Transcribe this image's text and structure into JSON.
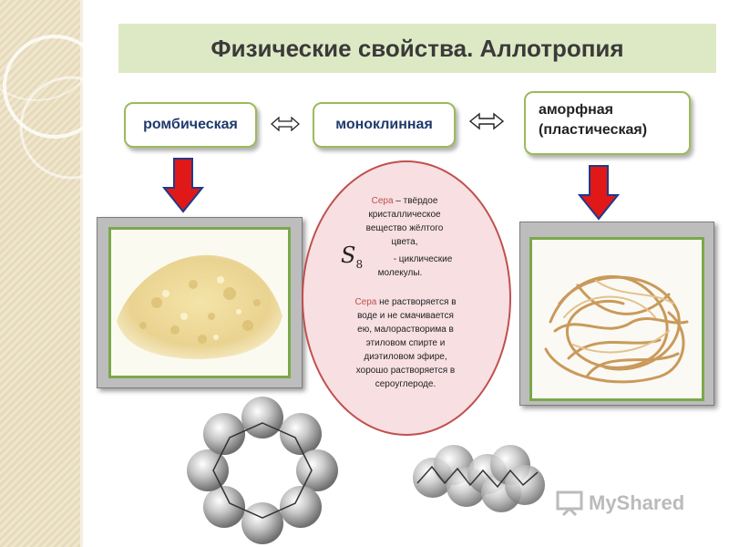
{
  "title": "Физические свойства. Аллотропия",
  "allotropes": {
    "rhombic": "ромбическая",
    "monoclinic": "моноклинная",
    "amorphous_line1": "аморфная",
    "amorphous_line2": "(пластическая)"
  },
  "info": {
    "sulfur_word": "Сера",
    "line1_rest": " – твёрдое",
    "line2": "кристаллическое",
    "line3": "вещество жёлтого",
    "line4": "цвета,",
    "line5": "- циклические",
    "line6": "молекулы.",
    "formula_symbol": "S",
    "formula_sub": "8",
    "p2_rest": " не растворяется в",
    "p2_line2": "воде и не смачивается",
    "p2_line3": "ею, малорастворима в",
    "p2_line4": "этиловом спирте и",
    "p2_line5": "диэтиловом эфире,",
    "p2_line6": "хорошо растворяется в",
    "p2_line7": "сероуглероде."
  },
  "watermark": {
    "text": "MyShared"
  },
  "colors": {
    "title_bg": "#dde9c4",
    "pill_border": "#9bbb59",
    "arrow_red": "#e01818",
    "arrow_border": "#1f3a8a",
    "ellipse_fill": "#f7dfe2",
    "ellipse_border": "#c0504d"
  }
}
